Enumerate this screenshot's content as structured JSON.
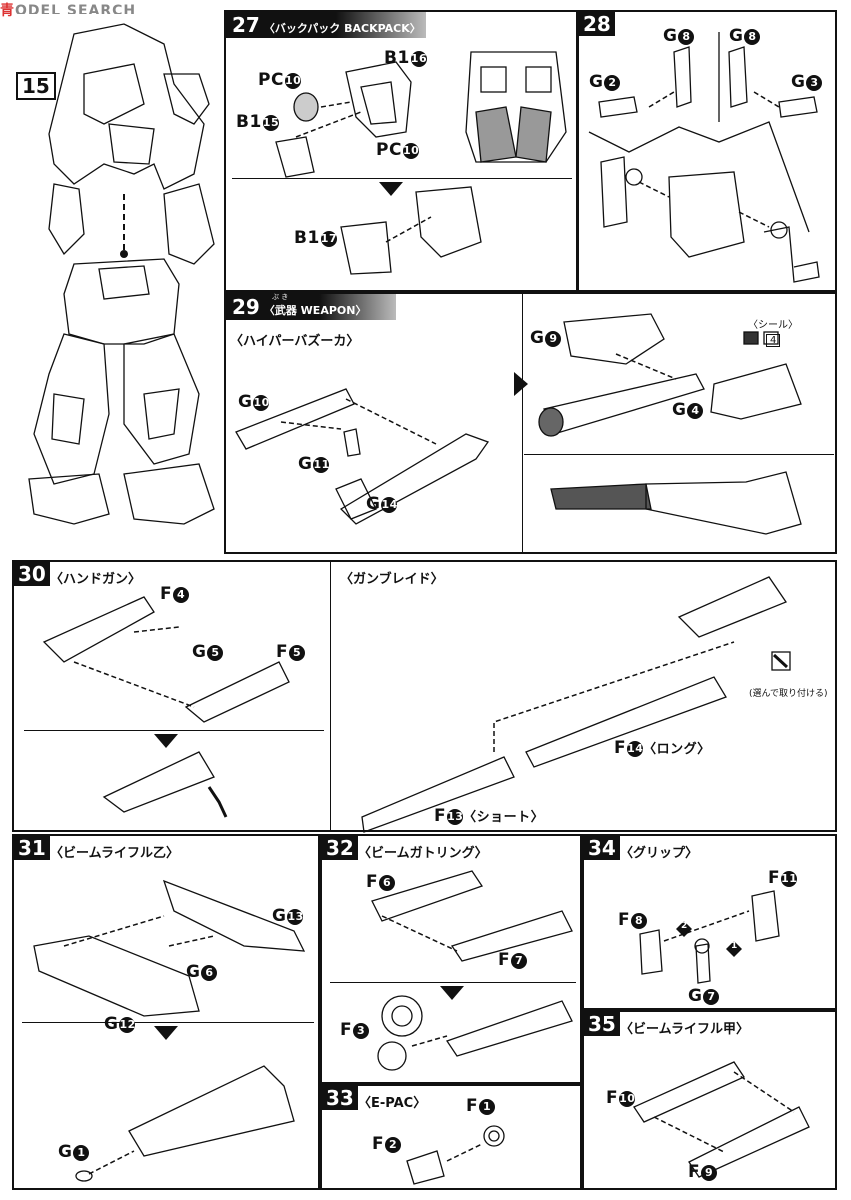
{
  "watermark": {
    "prefix": "青",
    "text": "ODEL SEARCH"
  },
  "step15": {
    "number": "15"
  },
  "step27": {
    "number": "27",
    "title": "〈バックパック BACKPACK〉",
    "labels": {
      "pc10a": "PC",
      "pc10a_n": "10",
      "b116": "B1",
      "b116_n": "16",
      "b115": "B1",
      "b115_n": "15",
      "pc10b": "PC",
      "pc10b_n": "10",
      "b117": "B1",
      "b117_n": "17"
    }
  },
  "step28": {
    "number": "28",
    "labels": {
      "g8a": "G",
      "g8a_n": "8",
      "g8b": "G",
      "g8b_n": "8",
      "g2": "G",
      "g2_n": "2",
      "g3": "G",
      "g3_n": "3"
    }
  },
  "step29": {
    "number": "29",
    "title_ruby": "ぶ き",
    "title": "〈武器 WEAPON〉",
    "subtitle": "〈ハイパーバズーカ〉",
    "labels": {
      "g10": "G",
      "g10_n": "10",
      "g11": "G",
      "g11_n": "11",
      "g14": "G",
      "g14_n": "14",
      "g9": "G",
      "g9_n": "9",
      "g4": "G",
      "g4_n": "4"
    },
    "seal": {
      "label": "〈シール〉",
      "number": "4"
    }
  },
  "step30": {
    "number": "30",
    "title": "〈ハンドガン〉",
    "subtitle": "〈ガンブレイド〉",
    "labels": {
      "f4": "F",
      "f4_n": "4",
      "g5": "G",
      "g5_n": "5",
      "f5": "F",
      "f5_n": "5",
      "f14": "F",
      "f14_n": "14",
      "f14_text": "〈ロング〉",
      "f13": "F",
      "f13_n": "13",
      "f13_text": "〈ショート〉"
    },
    "choose_note": "(選んで取り付ける)"
  },
  "step31": {
    "number": "31",
    "title": "〈ビームライフル乙〉",
    "labels": {
      "g13": "G",
      "g13_n": "13",
      "g6": "G",
      "g6_n": "6",
      "g12": "G",
      "g12_n": "12",
      "g1": "G",
      "g1_n": "1"
    }
  },
  "step32": {
    "number": "32",
    "title": "〈ビームガトリング〉",
    "labels": {
      "f6": "F",
      "f6_n": "6",
      "f7": "F",
      "f7_n": "7",
      "f3": "F",
      "f3_n": "3"
    }
  },
  "step33": {
    "number": "33",
    "title": "〈E-PAC〉",
    "labels": {
      "f1": "F",
      "f1_n": "1",
      "f2": "F",
      "f2_n": "2"
    }
  },
  "step34": {
    "number": "34",
    "title": "〈グリップ〉",
    "labels": {
      "f11": "F",
      "f11_n": "11",
      "f8": "F",
      "f8_n": "8",
      "g7": "G",
      "g7_n": "7"
    },
    "order": [
      "1",
      "2"
    ]
  },
  "step35": {
    "number": "35",
    "title": "〈ビームライフル甲〉",
    "labels": {
      "f10": "F",
      "f10_n": "10",
      "f9": "F",
      "f9_n": "9"
    }
  }
}
